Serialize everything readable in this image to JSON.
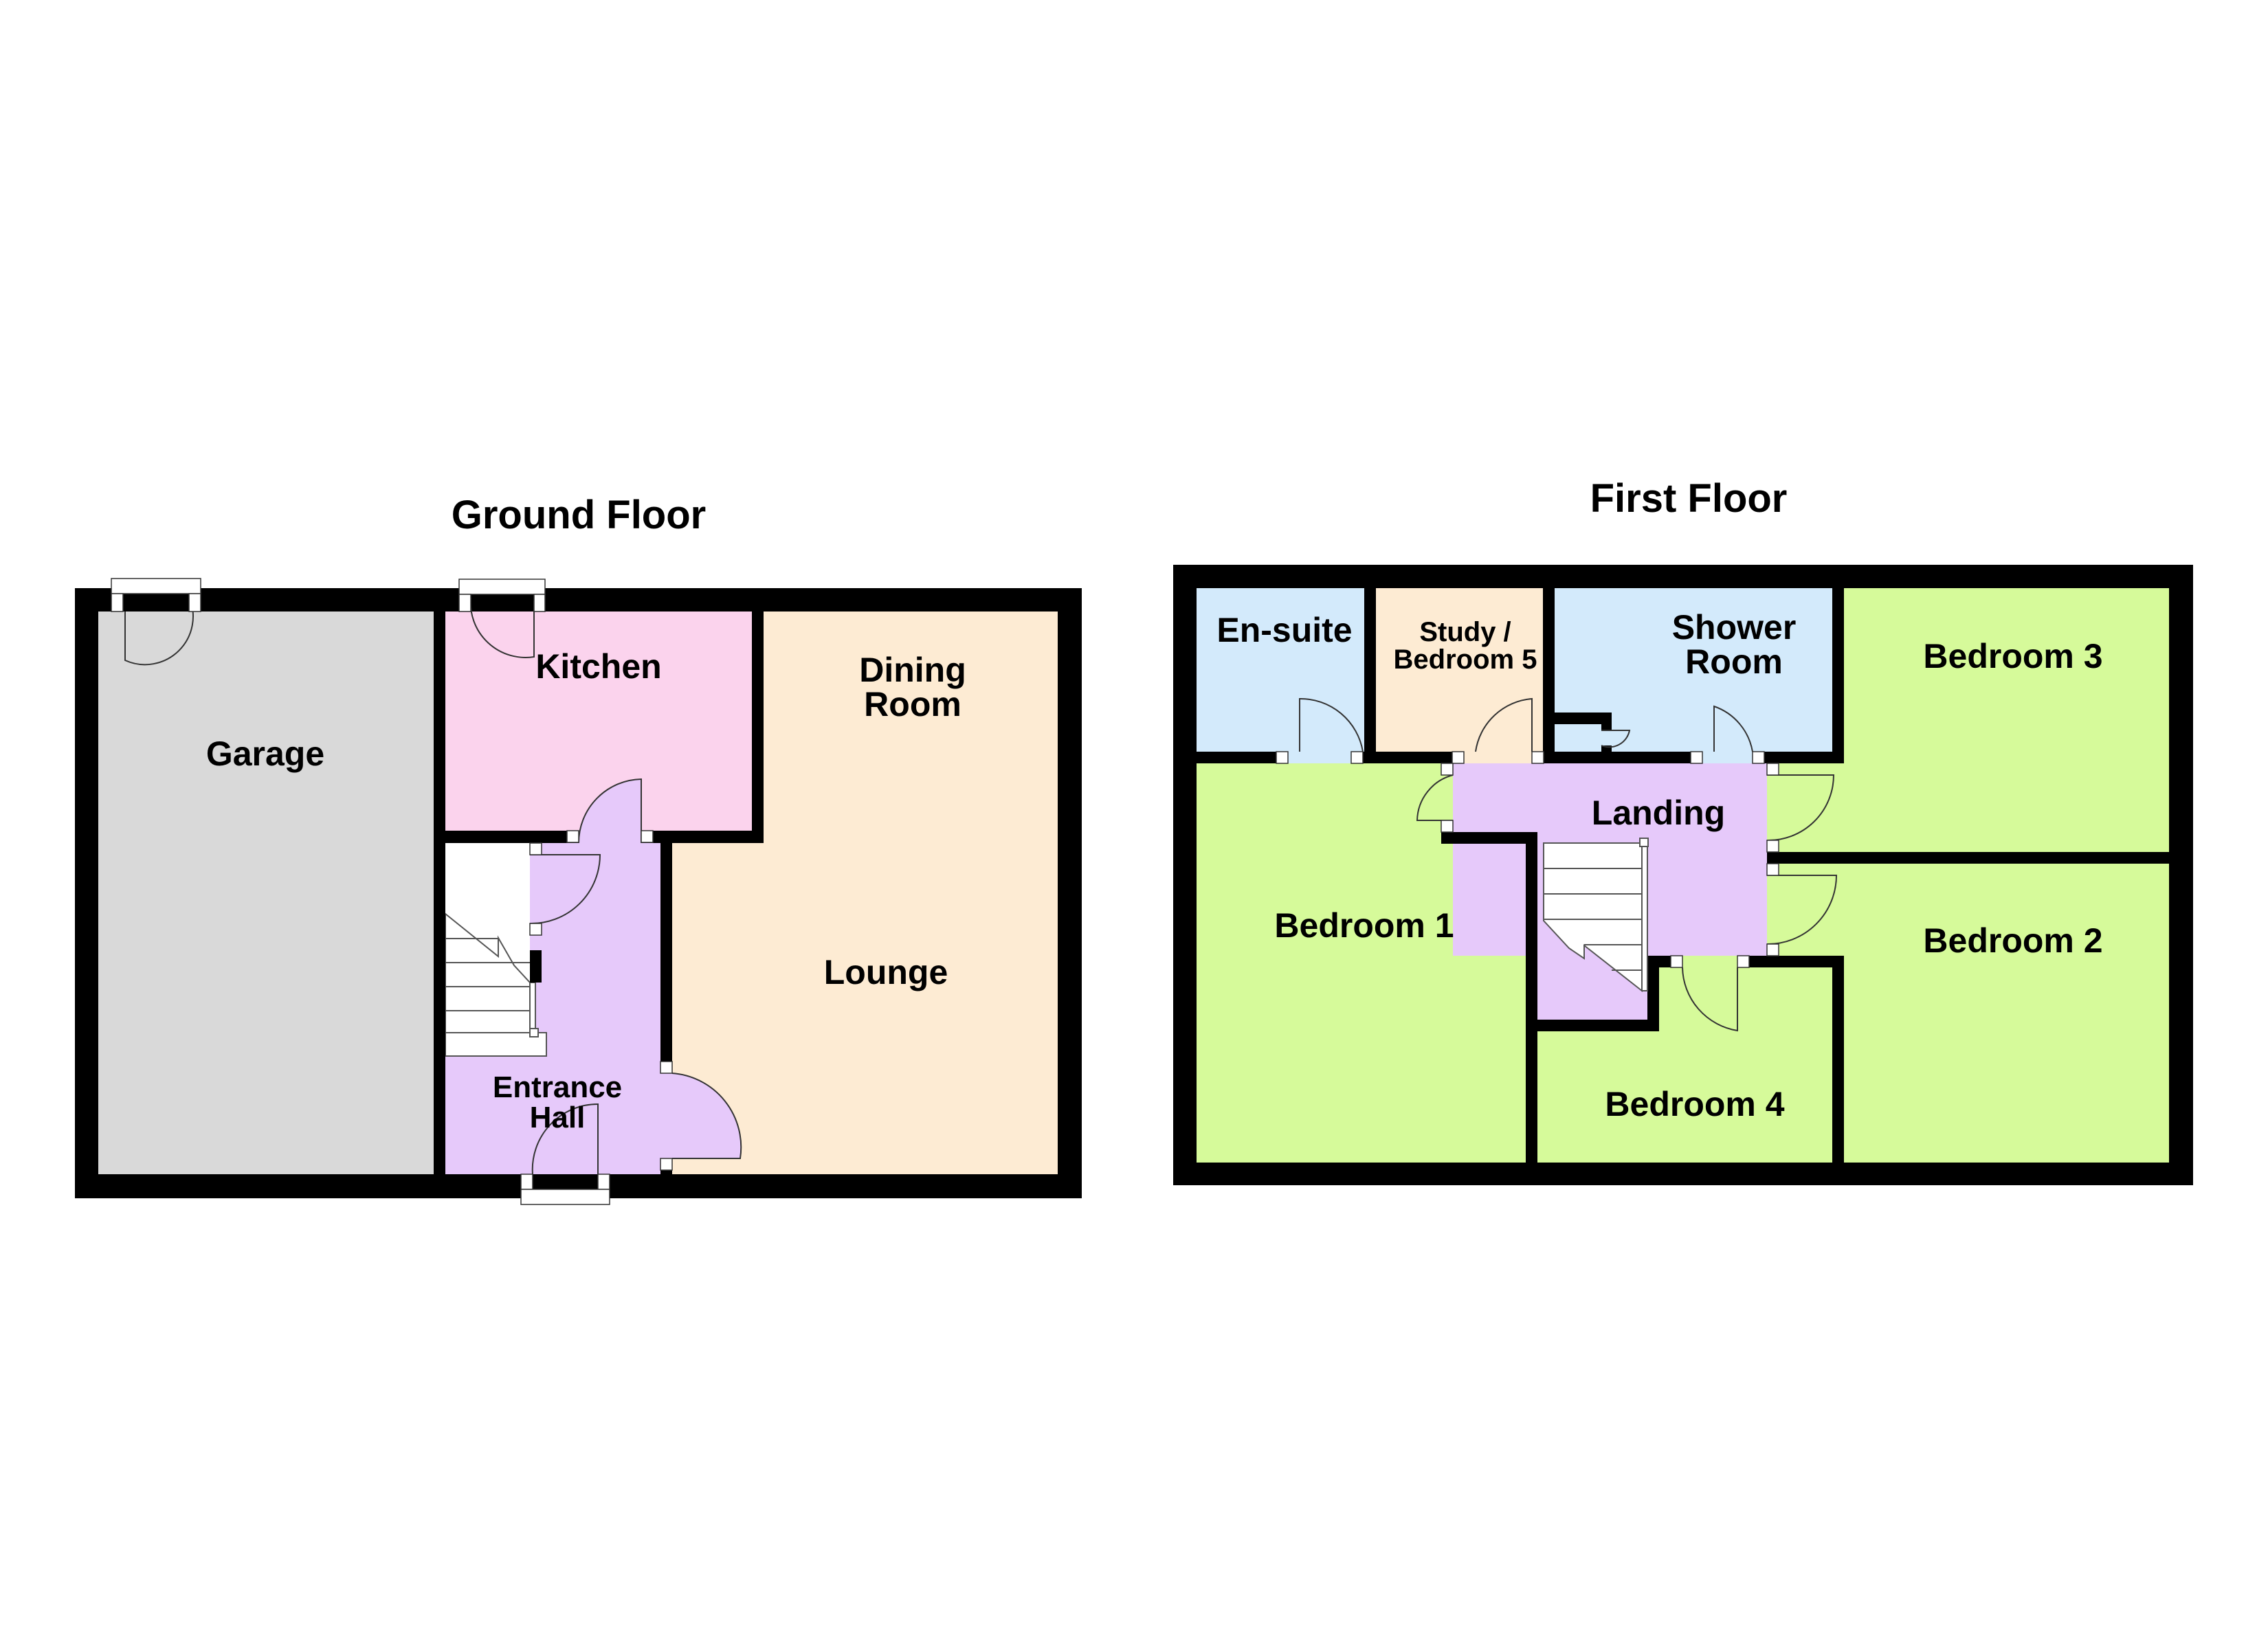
{
  "ground_floor": {
    "title": "Ground Floor",
    "rooms": {
      "garage": {
        "line1": "Garage",
        "color": "#d9d9d9"
      },
      "kitchen": {
        "line1": "Kitchen",
        "color": "#fbd3ed"
      },
      "dining_room": {
        "line1": "Dining",
        "line2": "Room",
        "color": "#fdebd3"
      },
      "lounge": {
        "line1": "Lounge",
        "color": "#fdebd3"
      },
      "entrance_hall": {
        "line1": "Entrance",
        "line2": "Hall",
        "color": "#e6c9fa"
      }
    }
  },
  "first_floor": {
    "title": "First Floor",
    "rooms": {
      "en_suite": {
        "line1": "En-suite",
        "color": "#d3eafb"
      },
      "study": {
        "line1": "Study /",
        "line2": "Bedroom 5",
        "color": "#fdebd3"
      },
      "shower_room": {
        "line1": "Shower",
        "line2": "Room",
        "color": "#d3eafb"
      },
      "bedroom_3": {
        "line1": "Bedroom 3",
        "color": "#d6fa9a"
      },
      "landing": {
        "line1": "Landing",
        "color": "#e6c9fa"
      },
      "bedroom_1": {
        "line1": "Bedroom 1",
        "color": "#d6fa9a"
      },
      "bedroom_2": {
        "line1": "Bedroom 2",
        "color": "#d6fa9a"
      },
      "bedroom_4": {
        "line1": "Bedroom 4",
        "color": "#d6fa9a"
      }
    }
  },
  "colors": {
    "wall": "#000000",
    "stairs": "#ffffff",
    "door_line": "#333333"
  }
}
